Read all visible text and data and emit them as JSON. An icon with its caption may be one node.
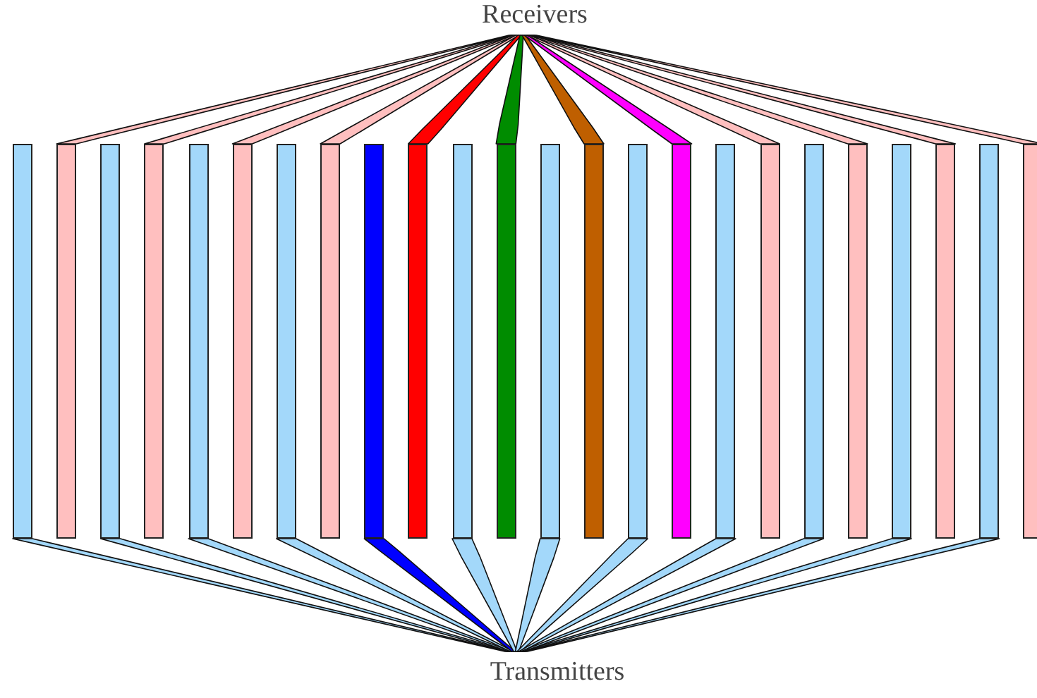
{
  "diagram": {
    "nodes": [
      {
        "text": [
          "Receivers"
        ]
      },
      {
        "text": [],
        "shape": "bar"
      },
      {
        "text": [],
        "shape": "bar"
      },
      {
        "text": [],
        "shape": "bar"
      },
      {
        "text": [],
        "shape": "bar"
      },
      {
        "text": [],
        "shape": "bar"
      },
      {
        "text": [],
        "shape": "bar"
      },
      {
        "text": [],
        "shape": "bar"
      },
      {
        "text": [],
        "shape": "bar"
      },
      {
        "text": [],
        "shape": "bar"
      },
      {
        "text": [],
        "shape": "bar"
      },
      {
        "text": [],
        "shape": "bar"
      },
      {
        "text": [],
        "shape": "bar"
      },
      {
        "text": [],
        "shape": "bar"
      },
      {
        "text": [],
        "shape": "bar"
      },
      {
        "text": [],
        "shape": "bar"
      },
      {
        "text": [],
        "shape": "bar"
      },
      {
        "text": [],
        "shape": "bar"
      },
      {
        "text": [],
        "shape": "bar"
      },
      {
        "text": [],
        "shape": "bar"
      },
      {
        "text": [],
        "shape": "bar"
      },
      {
        "text": [],
        "shape": "bar"
      },
      {
        "text": [],
        "shape": "bar"
      },
      {
        "text": [],
        "shape": "bar"
      },
      {
        "text": [],
        "shape": "bar"
      },
      {
        "text": [
          "Transmitters"
        ]
      }
    ],
    "edges": [
      {
        "from": 25,
        "to": 1,
        "arrow": "none"
      },
      {
        "from": 2,
        "to": 0,
        "arrow": "none",
        "color": "#ffbfbf"
      },
      {
        "from": 25,
        "to": 3,
        "arrow": "none"
      },
      {
        "from": 4,
        "to": 0,
        "arrow": "none",
        "color": "#ffbfbf"
      },
      {
        "from": 25,
        "to": 5,
        "arrow": "none"
      },
      {
        "from": 6,
        "to": 0,
        "arrow": "none",
        "color": "#ffbfbf"
      },
      {
        "from": 25,
        "to": 7,
        "arrow": "none"
      },
      {
        "from": 8,
        "to": 0,
        "arrow": "none",
        "color": "#ffbfbf"
      },
      {
        "from": 25,
        "to": 9,
        "arrow": "none",
        "color": "#0000ff"
      },
      {
        "from": 10,
        "to": 0,
        "arrow": "none",
        "color": "#ff0000"
      },
      {
        "from": 25,
        "to": 11,
        "arrow": "none"
      },
      {
        "from": 12,
        "to": 0,
        "arrow": "none",
        "color": "#008c00"
      },
      {
        "from": 25,
        "to": 13,
        "arrow": "none"
      },
      {
        "from": 14,
        "to": 0,
        "arrow": "none",
        "color": "#bf5f00"
      },
      {
        "from": 25,
        "to": 15,
        "arrow": "none"
      },
      {
        "from": 16,
        "to": 0,
        "arrow": "none",
        "color": "#ff00ff"
      },
      {
        "from": 25,
        "to": 17,
        "arrow": "none"
      },
      {
        "from": 18,
        "to": 0,
        "arrow": "none",
        "color": "#ffbfbf"
      },
      {
        "from": 25,
        "to": 19,
        "arrow": "none"
      },
      {
        "from": 20,
        "to": 0,
        "arrow": "none",
        "color": "#ffbfbf"
      },
      {
        "from": 25,
        "to": 21,
        "arrow": "none"
      },
      {
        "from": 22,
        "to": 0,
        "arrow": "none",
        "color": "#ffbfbf"
      },
      {
        "from": 25,
        "to": 23,
        "arrow": "none"
      },
      {
        "from": 24,
        "to": 0,
        "arrow": "none",
        "color": "#ffbfbf"
      }
    ]
  }
}
